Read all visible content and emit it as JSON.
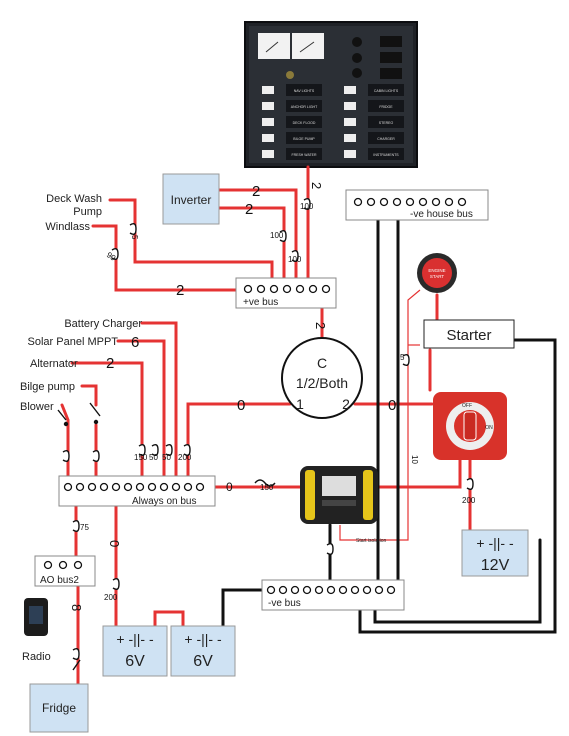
{
  "panel": {
    "switches_left": [
      "NAV LIGHTS",
      "ANCHOR LIGHT",
      "DECK FLOOD",
      "BILGE PUMP",
      "FRESH WATER"
    ],
    "switches_right": [
      "CABIN LIGHTS",
      "FRIDGE",
      "STEREO",
      "CHARGER",
      "INSTRUMENTS"
    ]
  },
  "boxes": {
    "inverter": "Inverter",
    "starter": "Starter",
    "fridge": "Fridge",
    "neg_house_bus": "-ve house bus",
    "pos_bus": "+ve bus",
    "always_on_bus": "Always on bus",
    "ao_bus2": "AO bus2",
    "neg_bus": "-ve bus"
  },
  "loads": {
    "deck_wash_pump": "Deck Wash\nPump",
    "windlass": "Windlass",
    "battery_charger": "Battery Charger",
    "solar_panel_mppt": "Solar Panel MPPT",
    "alternator": "Alternator",
    "bilge_pump": "Bilge pump",
    "blower": "Blower",
    "radio": "Radio",
    "engine_start_button": "ENGINE\nSTART",
    "start_isolation": "Start isolation"
  },
  "switch": {
    "common": "C",
    "positions": "1/2/Both",
    "pos1": "1",
    "pos2": "2",
    "off": "OFF",
    "on": "ON"
  },
  "batteries": [
    {
      "symbol": "+ -||- -",
      "voltage": "6V"
    },
    {
      "symbol": "+ -||- -",
      "voltage": "6V"
    },
    {
      "symbol": "+ -||- -",
      "voltage": "12V"
    }
  ],
  "wire_gauges": {
    "panel_feed": "2",
    "inverter_a": "2",
    "inverter_b": "2",
    "windlass": "2",
    "posbus_to_switch": "2",
    "switch_to_aob": "0",
    "switch_to_starter_bat": "0",
    "aob_out": "0",
    "alternator": "2",
    "solar": "6",
    "ao_bus_feed": "0",
    "fridge": "8"
  },
  "fuses": {
    "deck_wash": "5",
    "windlass": "90",
    "inverter_a": "100",
    "inverter_b": "100",
    "panel": "100",
    "f150": "150",
    "f50a": "50",
    "f50b": "50",
    "f200a": "200",
    "isolator": "150",
    "ao_bus2": "75",
    "batt6v": "200",
    "batt12v": "200",
    "starter_feed": "5",
    "engine_start": "10"
  }
}
